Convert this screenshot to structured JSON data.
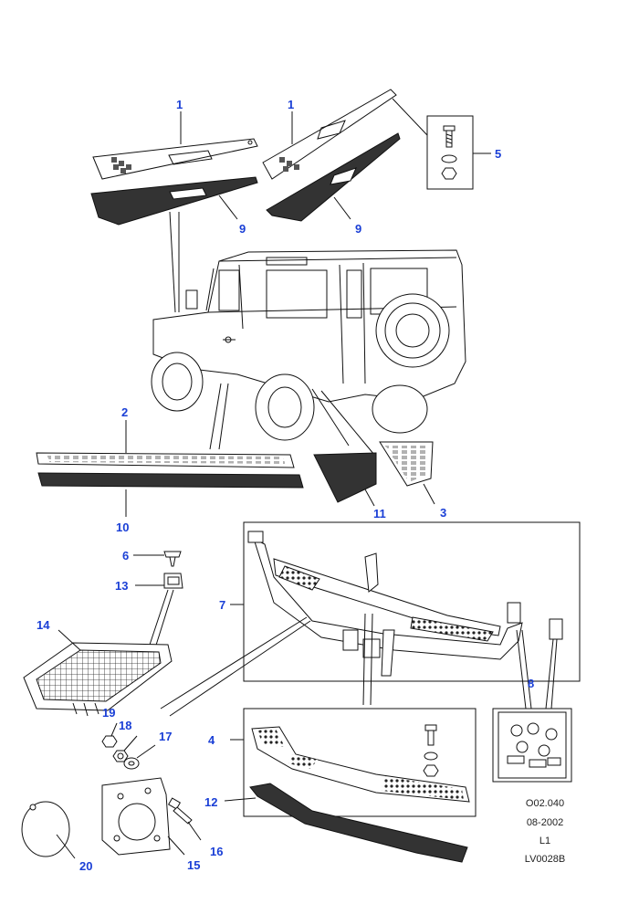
{
  "callouts": {
    "c1a": "1",
    "c1b": "1",
    "c2": "2",
    "c3": "3",
    "c4": "4",
    "c5": "5",
    "c6": "6",
    "c7": "7",
    "c8": "8",
    "c9a": "9",
    "c9b": "9",
    "c10": "10",
    "c11": "11",
    "c12": "12",
    "c13": "13",
    "c14": "14",
    "c15": "15",
    "c16": "16",
    "c17": "17",
    "c18": "18",
    "c19": "19",
    "c20": "20"
  },
  "footer": {
    "code": "O02.040",
    "date": "08-2002",
    "level": "L1",
    "ref": "LV0028B"
  },
  "colors": {
    "callout": "#1a3fd6",
    "line": "#111111",
    "fill_dark": "#333333"
  }
}
